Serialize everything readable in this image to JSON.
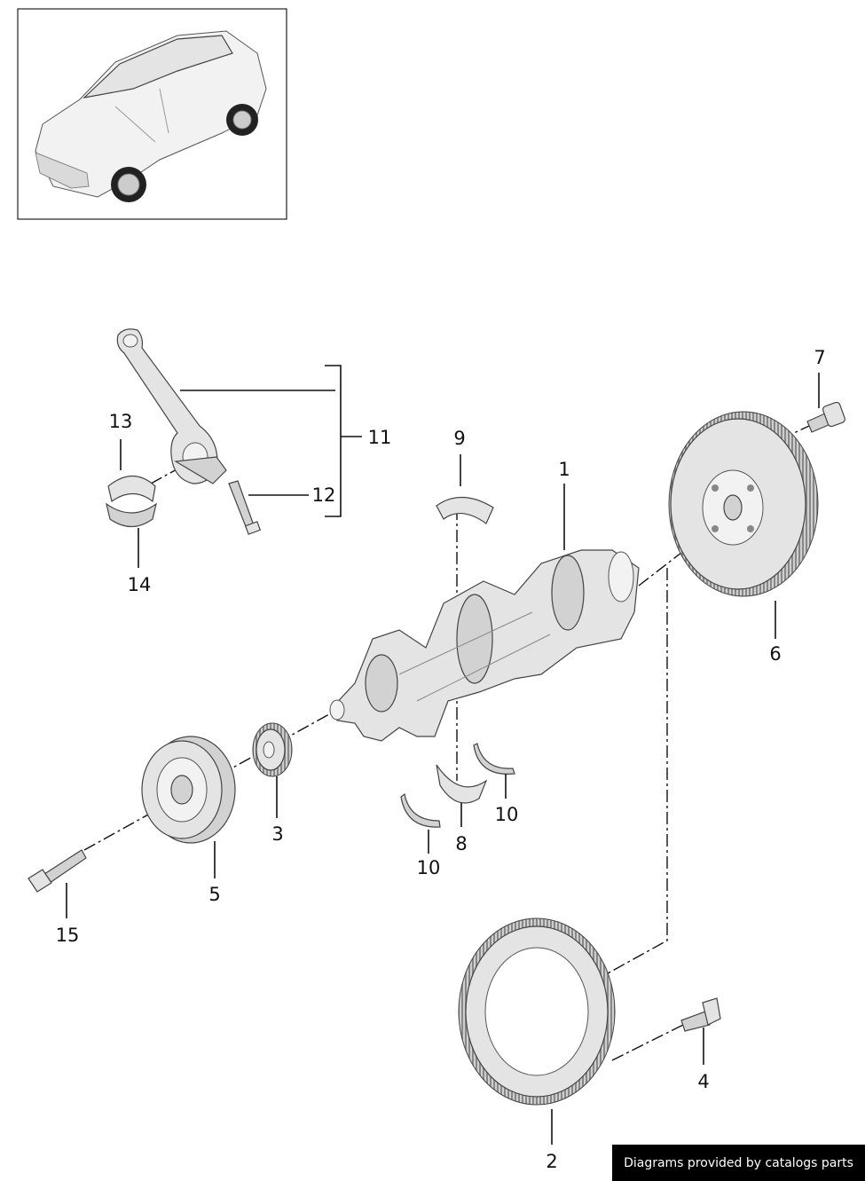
{
  "callouts": [
    {
      "id": "1",
      "label": "1"
    },
    {
      "id": "2",
      "label": "2"
    },
    {
      "id": "3",
      "label": "3"
    },
    {
      "id": "4",
      "label": "4"
    },
    {
      "id": "5",
      "label": "5"
    },
    {
      "id": "6",
      "label": "6"
    },
    {
      "id": "7",
      "label": "7"
    },
    {
      "id": "8",
      "label": "8"
    },
    {
      "id": "9",
      "label": "9"
    },
    {
      "id": "10a",
      "label": "10"
    },
    {
      "id": "10b",
      "label": "10"
    },
    {
      "id": "11",
      "label": "11"
    },
    {
      "id": "12",
      "label": "12"
    },
    {
      "id": "13",
      "label": "13"
    },
    {
      "id": "14",
      "label": "14"
    },
    {
      "id": "15",
      "label": "15"
    }
  ],
  "credit": "Diagrams provided by catalogs parts"
}
